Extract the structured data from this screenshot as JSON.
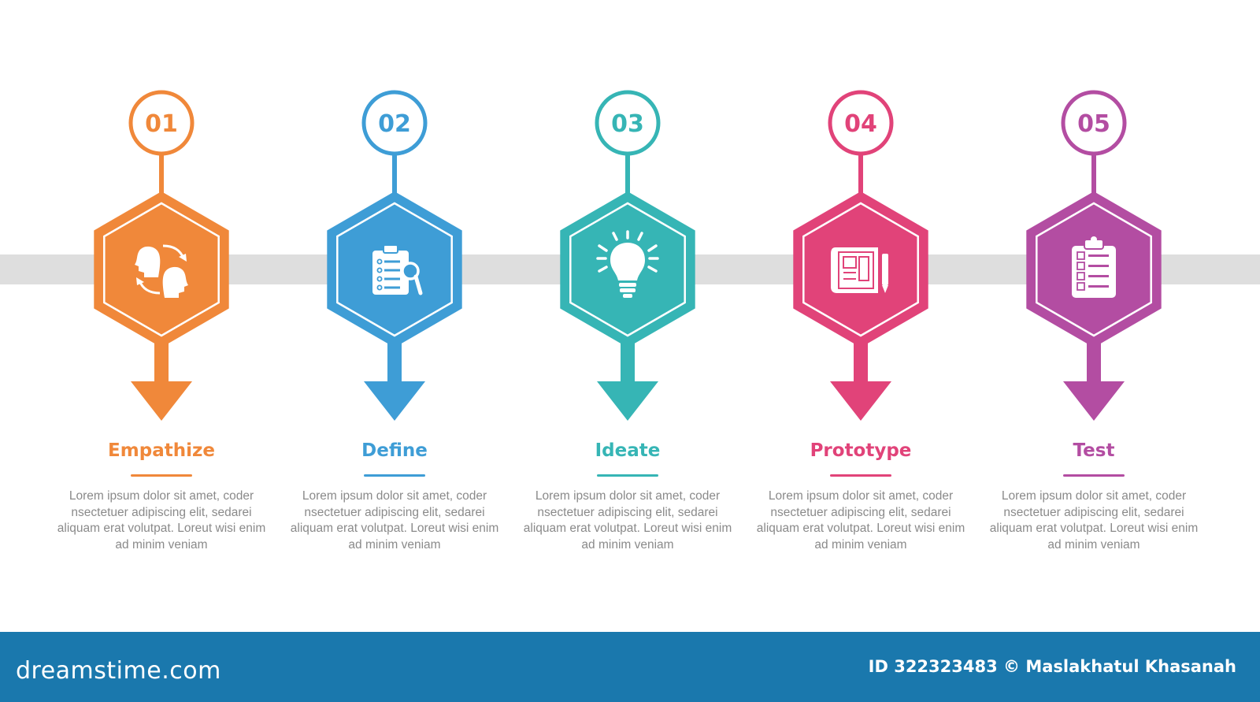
{
  "steps": [
    {
      "number": "01",
      "title": "Empathize",
      "color": "#f0883a",
      "icon": "head-exchange-icon",
      "description": "Lorem ipsum dolor sit amet, coder nsectetuer adipiscing elit, sedarei aliquam erat volutpat. Loreut wisi enim ad minim veniam"
    },
    {
      "number": "02",
      "title": "Define",
      "color": "#3e9dd6",
      "icon": "clipboard-magnifier-icon",
      "description": "Lorem ipsum dolor sit amet, coder nsectetuer adipiscing elit, sedarei aliquam erat volutpat. Loreut wisi enim ad minim veniam"
    },
    {
      "number": "03",
      "title": "Ideate",
      "color": "#36b5b5",
      "icon": "lightbulb-icon",
      "description": "Lorem ipsum dolor sit amet, coder nsectetuer adipiscing elit, sedarei aliquam erat volutpat. Loreut wisi enim ad minim veniam"
    },
    {
      "number": "04",
      "title": "Prototype",
      "color": "#e14379",
      "icon": "blueprint-pencil-icon",
      "description": "Lorem ipsum dolor sit amet, coder nsectetuer adipiscing elit, sedarei aliquam erat volutpat. Loreut wisi enim ad minim veniam"
    },
    {
      "number": "05",
      "title": "Test",
      "color": "#b34da2",
      "icon": "checklist-icon",
      "description": "Lorem ipsum dolor sit amet, coder nsectetuer adipiscing elit, sedarei aliquam erat volutpat. Loreut wisi enim ad minim veniam"
    }
  ],
  "colors": {
    "timeline_band": "#dedede",
    "footer_background": "#1a78ad"
  },
  "footer": {
    "logo": "dreamstime.com",
    "credit": "ID 322323483 © Maslakhatul Khasanah"
  }
}
